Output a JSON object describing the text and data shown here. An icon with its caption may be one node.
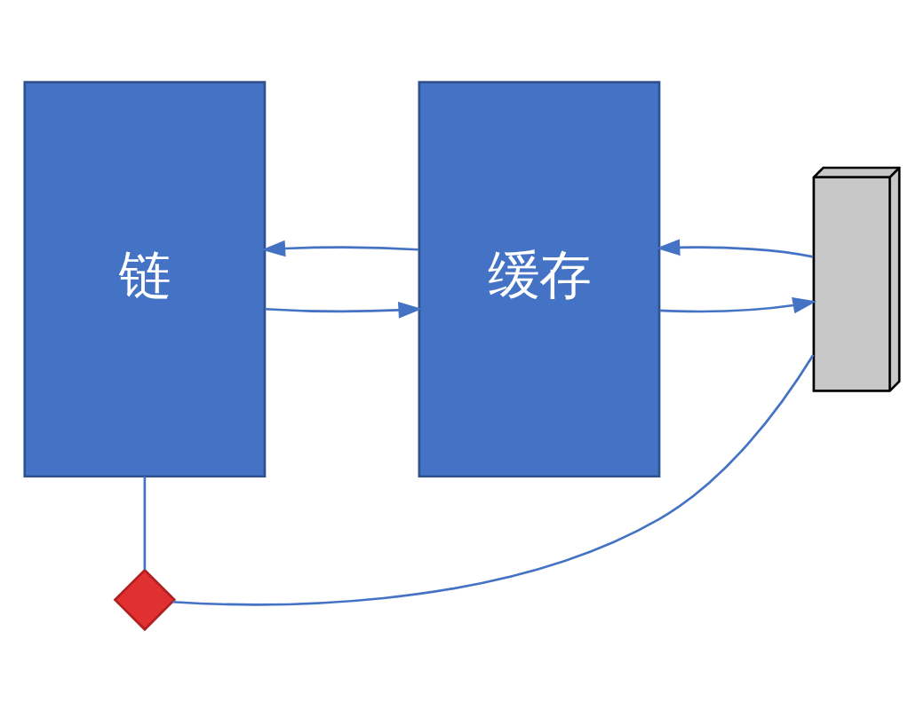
{
  "diagram": {
    "nodes": [
      {
        "text": [
          "链"
        ]
      },
      {
        "text": [
          "缓存"
        ]
      },
      {
        "text": [],
        "shape": "box"
      },
      {
        "text": [],
        "shape": "cross"
      }
    ],
    "edges": [
      {
        "from": 0,
        "to": 1,
        "arrow": "to"
      },
      {
        "from": 1,
        "to": 0,
        "arrow": "to"
      },
      {
        "from": 1,
        "to": 2,
        "arrow": "to"
      },
      {
        "from": 2,
        "to": 1,
        "arrow": "to"
      },
      {
        "from": 0,
        "to": 3,
        "arrow": "none"
      },
      {
        "from": 3,
        "to": 2,
        "arrow": "none"
      }
    ]
  }
}
